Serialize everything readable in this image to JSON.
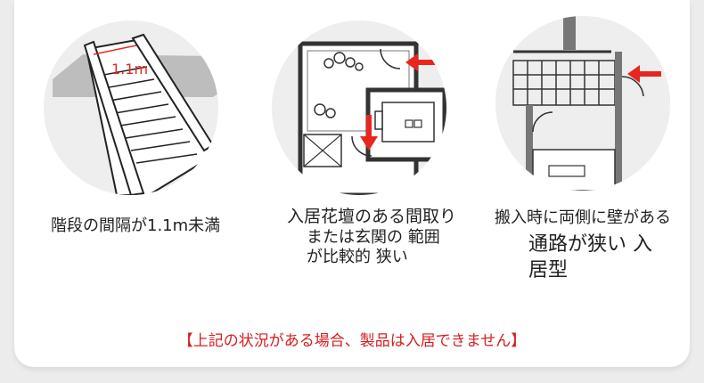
{
  "items": [
    {
      "label": "1.1m",
      "caption": "階段の間隔が1.1m未満"
    },
    {
      "caption_line1": "入居花壇のある間取り",
      "caption_line2": "または玄関の 範囲が比較的 狭い"
    },
    {
      "caption_line1": "搬入時に両側に壁がある",
      "caption_line2": "通路が狭い 入居型"
    }
  ],
  "notice": "【上記の状況がある場合、製品は入居できません】",
  "colors": {
    "accent": "#e8261f",
    "notice": "#d41f1f",
    "circle": "#eeeeee"
  },
  "icons": [
    "staircase-illustration",
    "floorplan-illustration",
    "narrow-corridor-illustration",
    "arrow-icon"
  ]
}
